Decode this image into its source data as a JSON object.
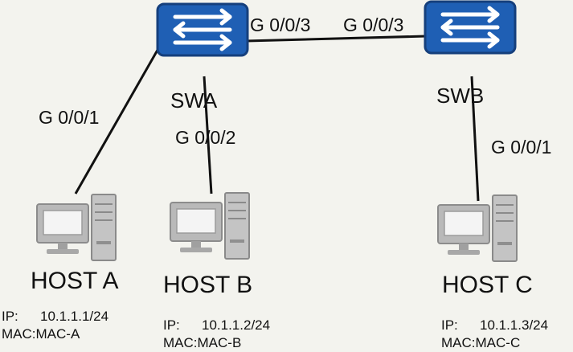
{
  "colors": {
    "switch_fill": "#1f5fb4",
    "switch_edge": "#153f7c",
    "link": "#111111",
    "host_gray": "#9a9a9a"
  },
  "switches": [
    {
      "id": "swa",
      "name": "SWA",
      "icon": "switch-icon"
    },
    {
      "id": "swb",
      "name": "SWB",
      "icon": "switch-icon"
    }
  ],
  "ports": {
    "swa_to_hosta": "G 0/0/1",
    "swa_to_hostb": "G 0/0/2",
    "swa_to_swb": "G 0/0/3",
    "swb_to_swa": "G 0/0/3",
    "swb_to_hostc": "G 0/0/1"
  },
  "hosts": [
    {
      "id": "hosta",
      "name": "HOST A",
      "ip_label": "IP:",
      "ip": "10.1.1.1/24",
      "mac_label": "MAC:",
      "mac": "MAC-A",
      "icon": "computer-icon"
    },
    {
      "id": "hostb",
      "name": "HOST B",
      "ip_label": "IP:",
      "ip": "10.1.1.2/24",
      "mac_label": "MAC:",
      "mac": "MAC-B",
      "icon": "computer-icon"
    },
    {
      "id": "hostc",
      "name": "HOST C",
      "ip_label": "IP:",
      "ip": "10.1.1.3/24",
      "mac_label": "MAC:",
      "mac": "MAC-C",
      "icon": "computer-icon"
    }
  ]
}
